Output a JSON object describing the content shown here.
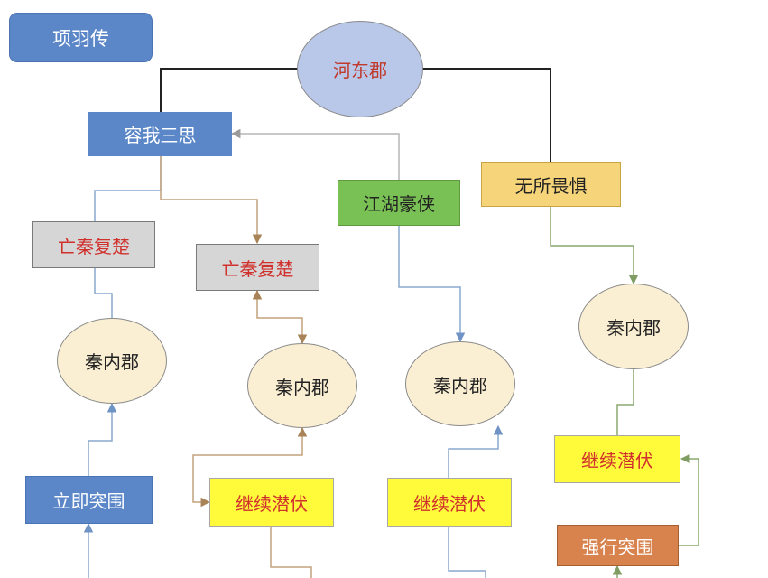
{
  "title": "项羽传",
  "colors": {
    "blue_box": "#5b87c9",
    "blue_text": "#ffffff",
    "root_oval": "#b9c7e9",
    "root_text": "#c0392b",
    "gray_box": "#d6d6d6",
    "gray_text": "#d0312d",
    "green_box": "#79c154",
    "gold_box": "#f6d57a",
    "cream_oval": "#fbefd3",
    "yellow_box": "#fffb3a",
    "orange_box": "#d8834e",
    "dark_text": "#222222",
    "wire_dark": "#222222",
    "wire_brown": "#b9936a",
    "wire_blue": "#8aa8cf",
    "wire_green": "#8aa86e",
    "wire_gray": "#b5b5b5"
  },
  "nodes": {
    "root": "河东郡",
    "rongwo": "容我三思",
    "jianghu": "江湖豪侠",
    "wusuo": "无所畏惧",
    "wangqin_left": "亡秦复楚",
    "wangqin_mid": "亡秦复楚",
    "qinnei_1": "秦内郡",
    "qinnei_2": "秦内郡",
    "qinnei_3": "秦内郡",
    "qinnei_4": "秦内郡",
    "liji": "立即突围",
    "jixu_1": "继续潜伏",
    "jixu_2": "继续潜伏",
    "jixu_3": "继续潜伏",
    "qiangxing": "强行突围"
  }
}
